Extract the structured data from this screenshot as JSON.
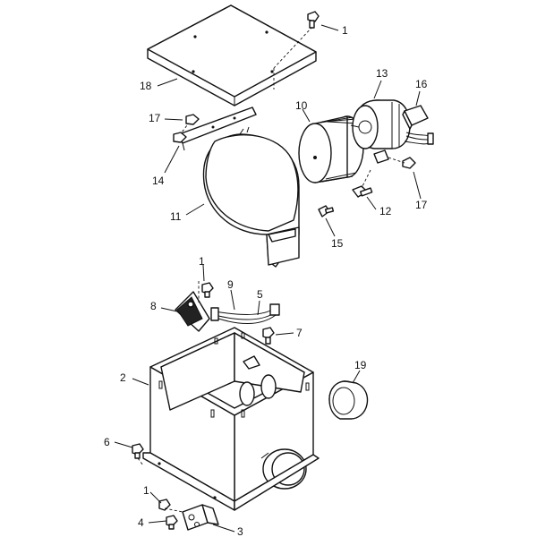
{
  "callouts": [
    {
      "id": "c1a",
      "text": "1"
    },
    {
      "id": "c18",
      "text": "18"
    },
    {
      "id": "c13",
      "text": "13"
    },
    {
      "id": "c16",
      "text": "16"
    },
    {
      "id": "c10",
      "text": "10"
    },
    {
      "id": "c17a",
      "text": "17"
    },
    {
      "id": "c14",
      "text": "14"
    },
    {
      "id": "c17b",
      "text": "17"
    },
    {
      "id": "c12",
      "text": "12"
    },
    {
      "id": "c11",
      "text": "11"
    },
    {
      "id": "c15",
      "text": "15"
    },
    {
      "id": "c1b",
      "text": "1"
    },
    {
      "id": "c9",
      "text": "9"
    },
    {
      "id": "c5",
      "text": "5"
    },
    {
      "id": "c8",
      "text": "8"
    },
    {
      "id": "c7",
      "text": "7"
    },
    {
      "id": "c19",
      "text": "19"
    },
    {
      "id": "c2",
      "text": "2"
    },
    {
      "id": "c6",
      "text": "6"
    },
    {
      "id": "c1c",
      "text": "1"
    },
    {
      "id": "c4",
      "text": "4"
    },
    {
      "id": "c3",
      "text": "3"
    }
  ]
}
